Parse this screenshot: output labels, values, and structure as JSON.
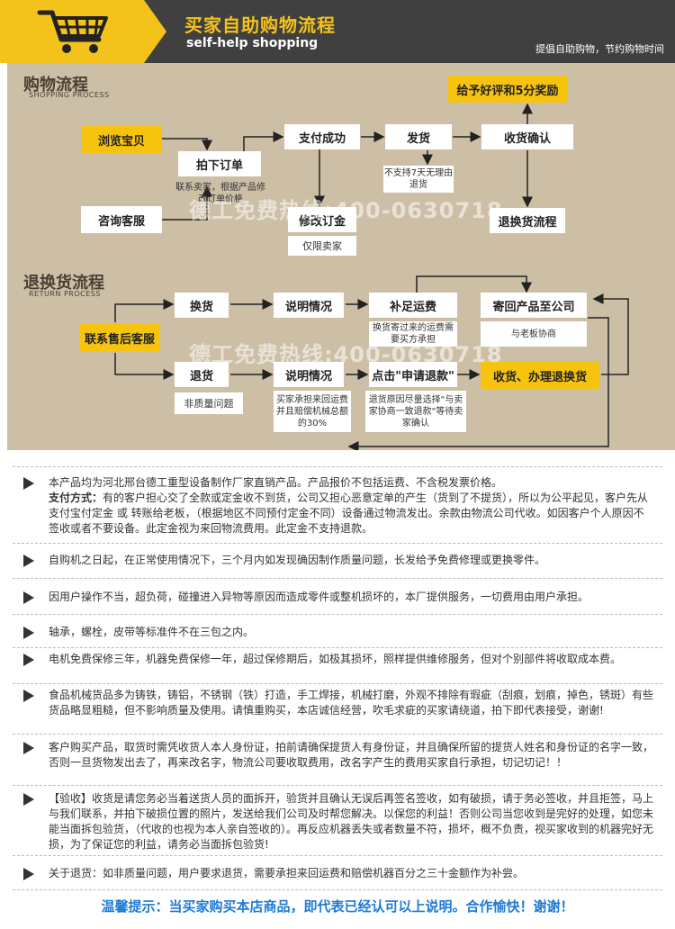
{
  "header": {
    "title_cn": "买家自助购物流程",
    "title_en": "self-help shopping",
    "slogan": "提倡自助购物，节约购物时间"
  },
  "shopping": {
    "title": "购物流程",
    "subtitle": "SHOPPING PROCESS",
    "browse": "浏览宝贝",
    "consult": "咨询客服",
    "order": "拍下订单",
    "order_note": "联系卖家，根据产品修改订单价格",
    "pay": "支付成功",
    "modify": "修改订金",
    "seller_only": "仅限卖家",
    "ship": "发货",
    "no_return": "不支持7天无理由退货",
    "confirm": "收货确认",
    "review": "给予好评和5分奖励",
    "return_flow": "退换货流程"
  },
  "returns": {
    "title": "退换货流程",
    "subtitle": "RETURN PROCESS",
    "contact": "联系售后客服",
    "exchange": "换货",
    "explain1": "说明情况",
    "pay_shipping": "补足运费",
    "shipping_note": "换货寄过来的运费需要买方承担",
    "send_back": "寄回产品至公司",
    "negotiate": "与老板协商",
    "refund": "退货",
    "non_quality": "非质量问题",
    "explain2": "说明情况",
    "explain2_note": "买家承担来回运费并且赔偿机械总额的30%",
    "click_refund": "点击\"申请退款\"",
    "refund_note": "退货原因尽量选择\"与卖家协商一致退款\"等待卖家确认",
    "receive_refund": "收货、办理退换货"
  },
  "watermark": "德工免费热线:400-0630718",
  "notices": [
    {
      "prefix": "",
      "text": "本产品均为河北邢台德工重型设备制作厂家直销产品。产品报价不包括运费、不含税发票价格。"
    },
    {
      "prefix": "支付方式：",
      "text": "有的客户担心交了全款或定金收不到货，公司又担心恶意定单的产生（货到了不提货），所以为公平起见，客户先从支付宝付定金 或 转账给老板，（根据地区不同预付定金不同）设备通过物流发出。余款由物流公司代收。如因客户个人原因不签收或者不要设备。此定金视为来回物流费用。此定金不支持退款。"
    },
    {
      "prefix": "",
      "text": "自购机之日起，在正常使用情况下，三个月内如发现确因制作质量问题，长发给予免费修理或更换零件。"
    },
    {
      "prefix": "",
      "text": "因用户操作不当，超负荷，碰撞进入异物等原因而造成零件或整机损坏的，本厂提供服务，一切费用由用户承担。"
    },
    {
      "prefix": "",
      "text": "轴承，螺栓，皮带等标准件不在三包之内。"
    },
    {
      "prefix": "",
      "text": "电机免费保修三年，机器免费保修一年，超过保修期后，如极其损坏，照样提供维修服务，但对个别部件将收取成本费。"
    },
    {
      "prefix": "",
      "text": "食品机械货品多为铸铁，铸铝，不锈钢（铁）打造，手工焊接，机械打磨，外观不排除有瑕疵（刮痕，划痕，掉色，锈斑）有些货品略显粗糙，但不影响质量及使用。请慎重购买，本店诚信经营，吹毛求疵的买家请绕道，拍下即代表接受，谢谢!"
    },
    {
      "prefix": "",
      "text": "客户购买产品，取货时需凭收货人本人身份证，拍前请确保提货人有身份证，并且确保所留的提货人姓名和身份证的名字一致，否则一旦货物发出去了，再来改名字，物流公司要收取费用，改名字产生的费用买家自行承担，切记切记！！"
    },
    {
      "prefix": "",
      "text": "【验收】收货是请您务必当着送货人员的面拆开，验货并且确认无误后再签名签收，如有破损，请于务必签收，并且拒签，马上与我们联系，并拍下破损位置的照片，发送给我们公司及时帮您解决。以保您的利益！否则公司当您收到是完好的处理，如您未能当面拆包验货，（代收的也视为本人亲自签收的）。再反应机器丢失或者数量不符，损坏，概不负责，视买家收到的机器完好无损，为了保证您的利益，请务必当面拆包验货!"
    },
    {
      "prefix": "",
      "text": "关于退货：如非质量问题，用户要求退货，需要承担来回运费和赔偿机器百分之三十金额作为补尝。"
    }
  ],
  "tip": "温馨提示：当买家购买本店商品，即代表已经认可以上说明。合作愉快！谢谢！",
  "colors": {
    "accent": "#f4c21c",
    "panel": "#cdbfa6",
    "header": "#404040",
    "tip": "#1e7bd4"
  }
}
